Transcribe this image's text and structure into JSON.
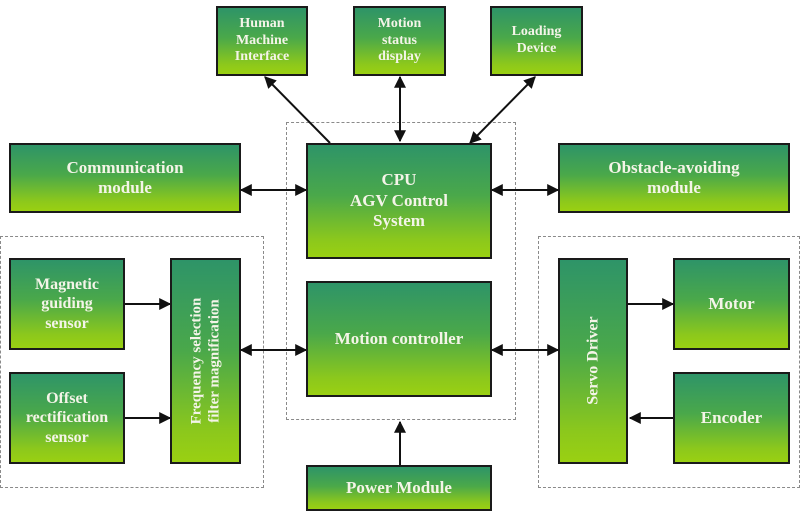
{
  "diagram": {
    "title": "AGV Control System Block Diagram",
    "nodes": {
      "hmi": "Human\nMachine\nInterface",
      "motion_status": "Motion\nstatus\ndisplay",
      "loading": "Loading\nDevice",
      "communication": "Communication\nmodule",
      "cpu": "CPU\nAGV Control\nSystem",
      "obstacle": "Obstacle-avoiding\nmodule",
      "magnetic": "Magnetic\nguiding\nsensor",
      "offset": "Offset\nrectification\nsensor",
      "frequency": "Frequency selection\nfilter magnification",
      "motion_controller": "Motion controller",
      "servo": "Servo Driver",
      "motor": "Motor",
      "encoder": "Encoder",
      "power": "Power Module"
    },
    "edges": [
      {
        "from": "cpu",
        "to": "hmi",
        "type": "single"
      },
      {
        "from": "cpu",
        "to": "motion_status",
        "type": "double"
      },
      {
        "from": "cpu",
        "to": "loading",
        "type": "double"
      },
      {
        "from": "communication",
        "to": "cpu",
        "type": "double"
      },
      {
        "from": "cpu",
        "to": "obstacle",
        "type": "double"
      },
      {
        "from": "magnetic",
        "to": "frequency",
        "type": "single"
      },
      {
        "from": "offset",
        "to": "frequency",
        "type": "single"
      },
      {
        "from": "frequency",
        "to": "motion_controller",
        "type": "double"
      },
      {
        "from": "motion_controller",
        "to": "servo",
        "type": "double"
      },
      {
        "from": "servo",
        "to": "motor",
        "type": "single"
      },
      {
        "from": "encoder",
        "to": "servo",
        "type": "single"
      },
      {
        "from": "power",
        "to": "control_group",
        "type": "single"
      }
    ]
  }
}
